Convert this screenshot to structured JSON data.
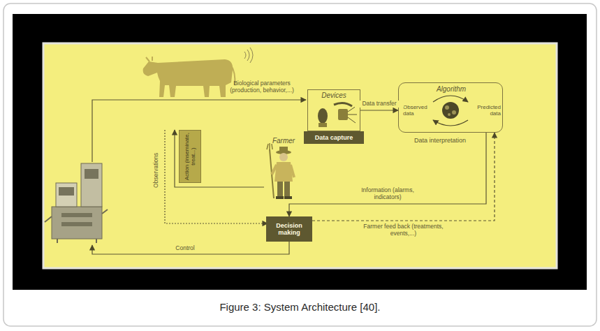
{
  "diagram": {
    "caption": "Figure 3: System Architecture [40].",
    "nodes": [
      {
        "text": [
          "Devices"
        ]
      },
      {
        "text": [
          "Data capture"
        ]
      },
      {
        "text": [
          "Algorithm",
          "Observed data",
          "Predicted data"
        ]
      },
      {
        "text": [
          "Action (inseminate, treat...)"
        ]
      },
      {
        "text": [
          "Decision making"
        ]
      }
    ],
    "edges": [
      {
        "from": 0,
        "to": 2,
        "label": "Data transfer",
        "arrow": "to"
      },
      {
        "from": 2,
        "to": 4,
        "label": "Information (alarms, indicators)",
        "arrow": "to"
      },
      {
        "from": 4,
        "to": 2,
        "label": "Farmer feed back (treatments, events,...)",
        "arrow": "to"
      }
    ],
    "labels": [
      "Biological parameters (production, behavior,...)",
      "Data interpretation",
      "Farmer",
      "Observations",
      "Control"
    ]
  }
}
